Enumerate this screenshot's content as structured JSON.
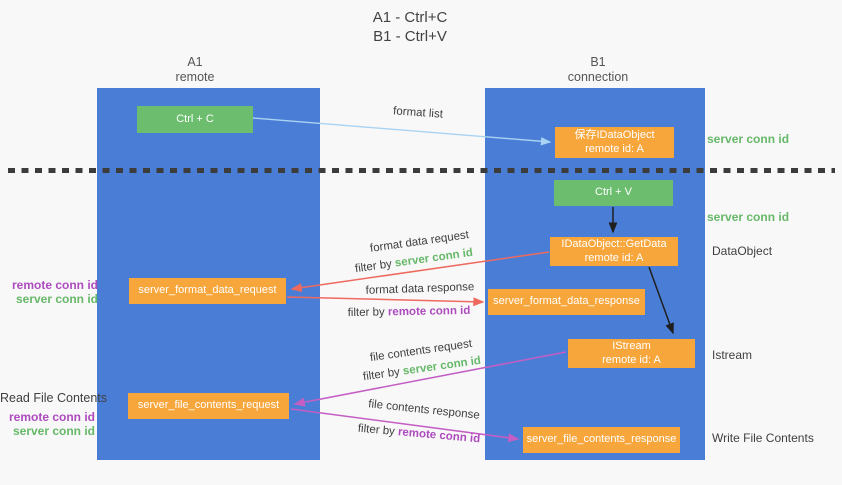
{
  "title": {
    "line1": "A1 - Ctrl+C",
    "line2": "B1 - Ctrl+V"
  },
  "lifelines": {
    "left": {
      "id": "A1",
      "label": "remote"
    },
    "right": {
      "id": "B1",
      "label": "connection"
    }
  },
  "nodes": {
    "ctrl_c": {
      "label": "Ctrl + C"
    },
    "save_dataobject": {
      "line1": "保存IDataObject",
      "line2": "remote id: A"
    },
    "ctrl_v": {
      "label": "Ctrl + V"
    },
    "getdata": {
      "line1": "IDataObject::GetData",
      "line2": "remote id: A"
    },
    "istream": {
      "line1": "IStream",
      "line2": "remote id: A"
    },
    "server_format_data_request": {
      "label": "server_format_data_request"
    },
    "server_format_data_response": {
      "label": "server_format_data_response"
    },
    "server_file_contents_request": {
      "label": "server_file_contents_request"
    },
    "server_file_contents_response": {
      "label": "server_file_contents_response"
    }
  },
  "arrow_labels": {
    "format_list": "format list",
    "format_data_request": "format data request",
    "format_data_response": "format data response",
    "file_contents_request": "file contents request",
    "file_contents_response": "file contents response",
    "filter_by": "filter by ",
    "server_conn_id": "server conn id",
    "remote_conn_id": "remote conn id"
  },
  "side_labels": {
    "server_conn_id_top": "server conn id",
    "server_conn_id_mid": "server conn id",
    "dataobject": "DataObject",
    "istream": "Istream",
    "write_file_contents": "Write File Contents",
    "read_file_contents": "Read File Contents",
    "remote_conn_id": "remote conn id",
    "server_conn_id": "server conn id"
  },
  "colors": {
    "column_blue": "#4a7ed6",
    "box_green": "#6cbe6e",
    "box_orange": "#f7a63c",
    "green_text": "#67b868",
    "purple_text": "#ad4bbd",
    "red_arrow": "#ee6a5e",
    "magenta_arrow": "#c45ec4",
    "light_blue_arrow": "#a9d3f2",
    "black_arrow": "#1f1f1f",
    "divider": "#3c3c3c"
  }
}
